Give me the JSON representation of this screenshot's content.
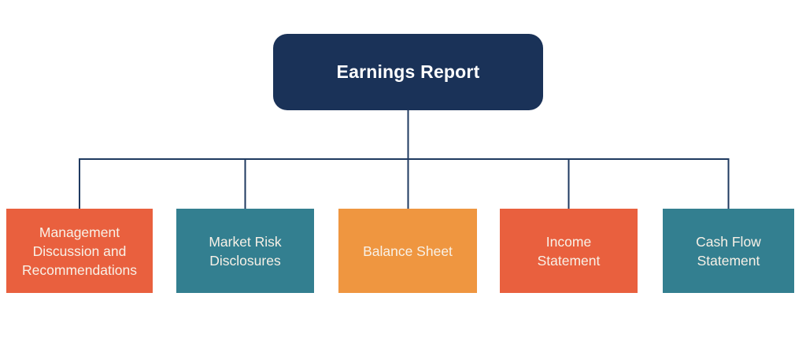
{
  "diagram": {
    "title": "Earnings Report",
    "connector_color": "#1f3a60",
    "root": {
      "label": "Earnings Report",
      "bg": "#1a3258",
      "text_color": "#ffffff"
    },
    "children": [
      {
        "label": "Management Discussion and Recommendations",
        "bg": "#e9603e"
      },
      {
        "label": "Market Risk Disclosures",
        "bg": "#337f90"
      },
      {
        "label": "Balance Sheet",
        "bg": "#ef9640"
      },
      {
        "label": "Income Statement",
        "bg": "#e9603e"
      },
      {
        "label": "Cash Flow Statement",
        "bg": "#337f90"
      }
    ]
  }
}
